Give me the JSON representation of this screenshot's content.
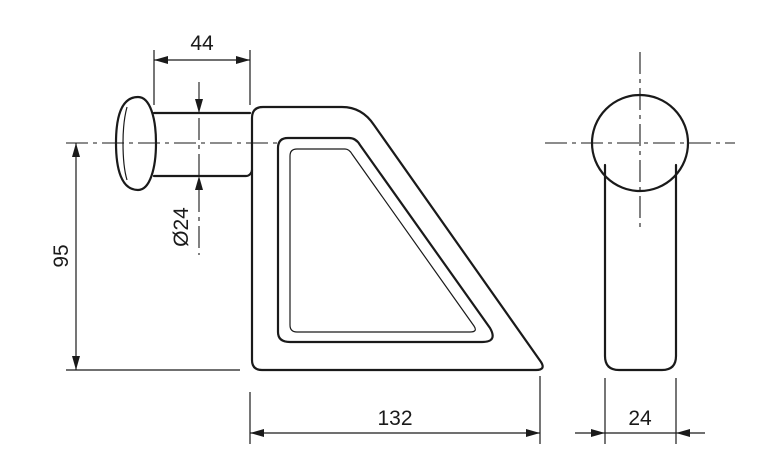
{
  "dimensions": {
    "top_width": "44",
    "pin_diameter": "Ø24",
    "height": "95",
    "base_width": "132",
    "side_width": "24"
  }
}
